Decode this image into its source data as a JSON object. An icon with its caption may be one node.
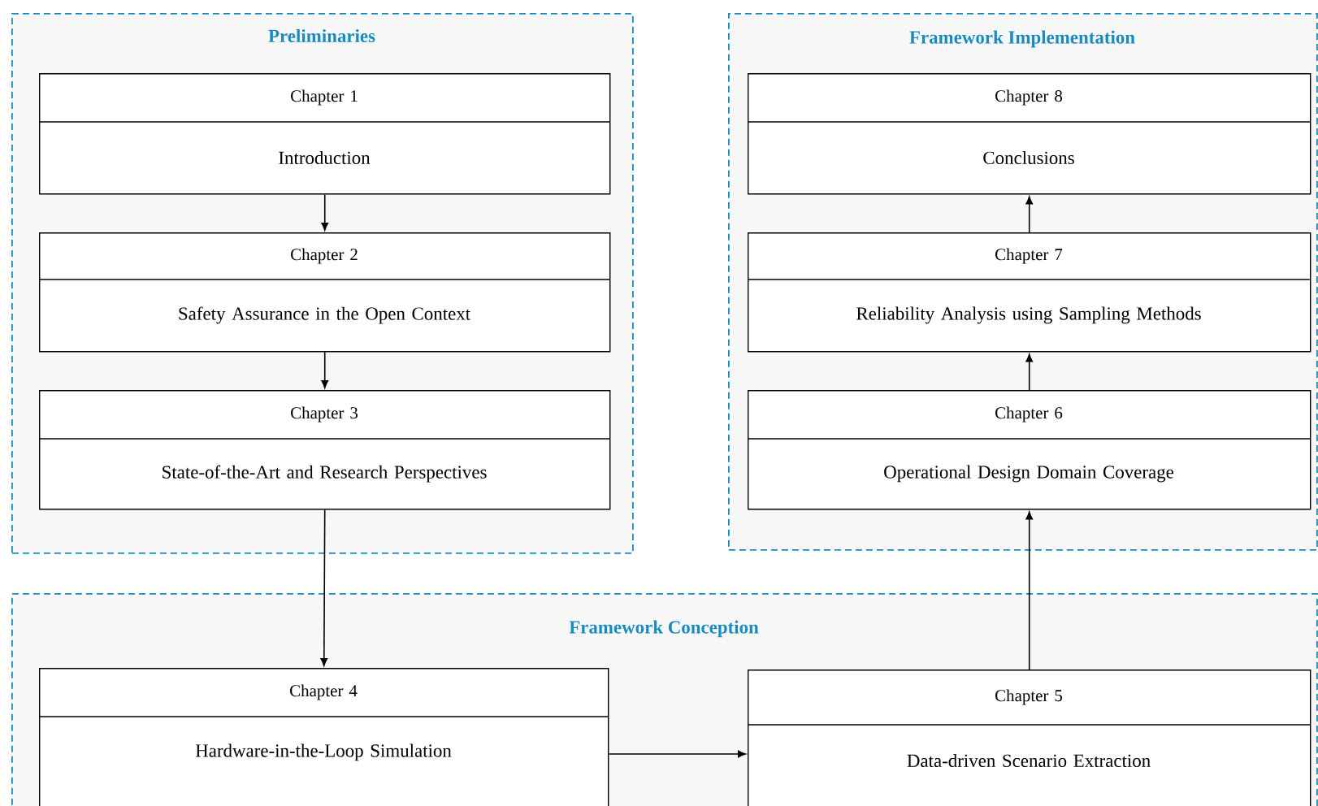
{
  "diagram": {
    "nodes": [
      {
        "text": [
          "Preliminaries"
        ]
      },
      {
        "text": [
          "Chapter 1",
          "Introduction"
        ],
        "in": 0
      },
      {
        "text": [
          "Chapter 2",
          "Safety Assurance in the Open Context"
        ],
        "in": 0
      },
      {
        "text": [
          "Chapter 3",
          "State-of-the-Art and Research Perspectives"
        ],
        "in": 0
      },
      {
        "text": [
          "Framework Implementation"
        ]
      },
      {
        "text": [
          "Chapter 8",
          "Conclusions"
        ],
        "in": 4
      },
      {
        "text": [
          "Chapter 7",
          "Reliability Analysis using Sampling Methods"
        ],
        "in": 4
      },
      {
        "text": [
          "Chapter 6",
          "Operational Design Domain Coverage"
        ],
        "in": 4
      },
      {
        "text": [
          "Framework Conception"
        ]
      },
      {
        "text": [
          "Chapter 4",
          "Hardware-in-the-Loop Simulation"
        ],
        "in": 8
      },
      {
        "text": [
          "Chapter 5",
          "Data-driven Scenario Extraction"
        ],
        "in": 8
      }
    ],
    "edges": [
      {
        "from": 1,
        "to": 2,
        "arrow": "to"
      },
      {
        "from": 2,
        "to": 3,
        "arrow": "to"
      },
      {
        "from": 3,
        "to": 9,
        "arrow": "to"
      },
      {
        "from": 9,
        "to": 10,
        "arrow": "to"
      },
      {
        "from": 10,
        "to": 7,
        "arrow": "to"
      },
      {
        "from": 7,
        "to": 6,
        "arrow": "to"
      },
      {
        "from": 6,
        "to": 5,
        "arrow": "to"
      }
    ]
  }
}
